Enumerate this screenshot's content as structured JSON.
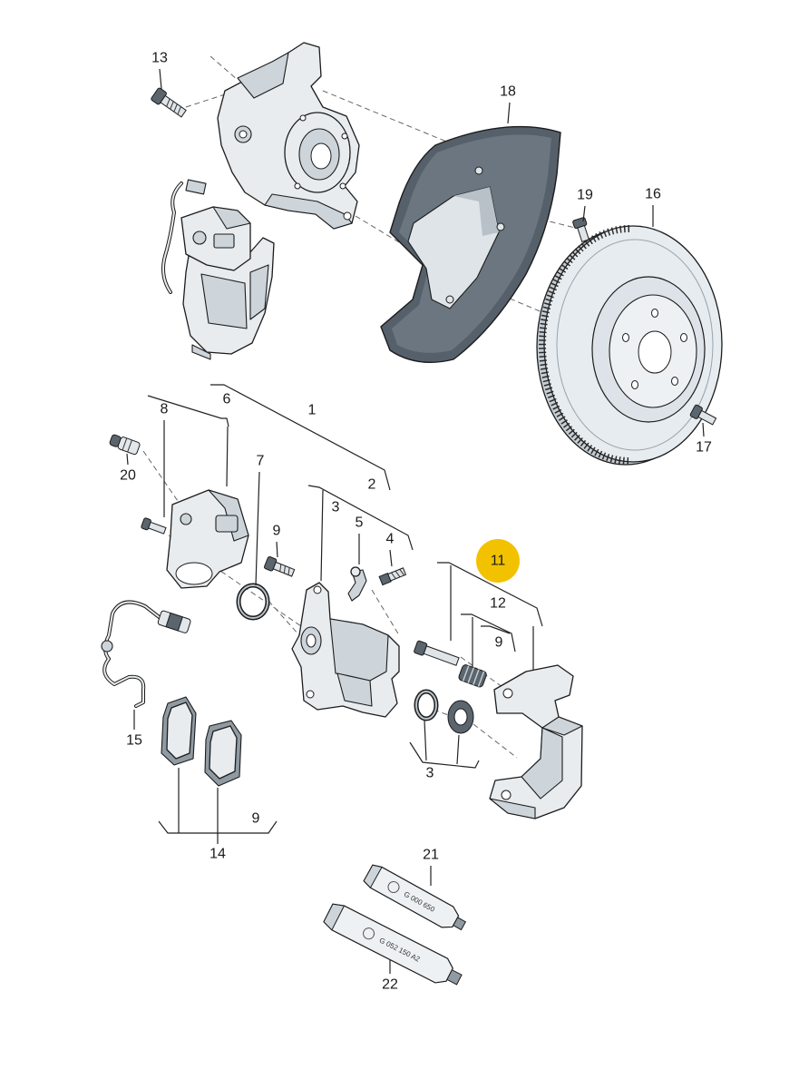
{
  "diagram": {
    "highlight_color": "#f2c200",
    "callouts": [
      {
        "label": "13"
      },
      {
        "label": "18"
      },
      {
        "label": "19"
      },
      {
        "label": "16"
      },
      {
        "label": "8"
      },
      {
        "label": "6"
      },
      {
        "label": "1"
      },
      {
        "label": "7"
      },
      {
        "label": "20"
      },
      {
        "label": "2"
      },
      {
        "label": "3"
      },
      {
        "label": "5"
      },
      {
        "label": "9"
      },
      {
        "label": "4"
      },
      {
        "label": "17"
      },
      {
        "label": "11"
      },
      {
        "label": "12"
      },
      {
        "label": "9"
      },
      {
        "label": "15"
      },
      {
        "label": "3"
      },
      {
        "label": "9"
      },
      {
        "label": "14"
      },
      {
        "label": "21"
      },
      {
        "label": "22"
      }
    ],
    "tubes": {
      "upper_label": "G 000 650",
      "lower_label": "G 052 150 A2"
    }
  }
}
